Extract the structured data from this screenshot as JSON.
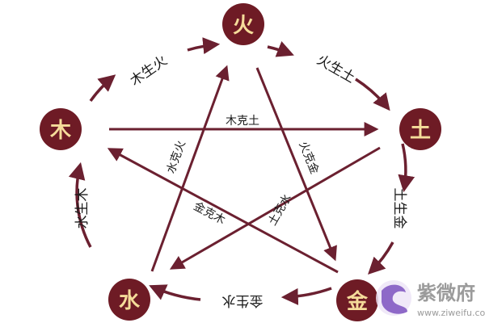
{
  "colors": {
    "line": "#6b2030",
    "node_fill": "#6e1b25",
    "node_text": "#f5dc9a",
    "label_text": "#1a1a1a",
    "watermark_text": "#8a8a8a",
    "logo_purple": "#7b4fbf"
  },
  "elements": {
    "fire": "火",
    "earth": "土",
    "metal": "金",
    "water": "水",
    "wood": "木"
  },
  "generating": {
    "fire_earth": "火生土",
    "earth_metal": "土生金",
    "metal_water": "金生水",
    "water_wood": "水生木",
    "wood_fire": "木生火"
  },
  "overcoming": {
    "wood_earth": "木克土",
    "fire_metal": "火克金",
    "earth_water": "土克水",
    "metal_wood": "金克木",
    "water_fire": "水克火"
  },
  "watermark": {
    "icon": "ziweifu-logo-icon",
    "brand": "紫微府",
    "url": "www.ziweifu.com"
  }
}
